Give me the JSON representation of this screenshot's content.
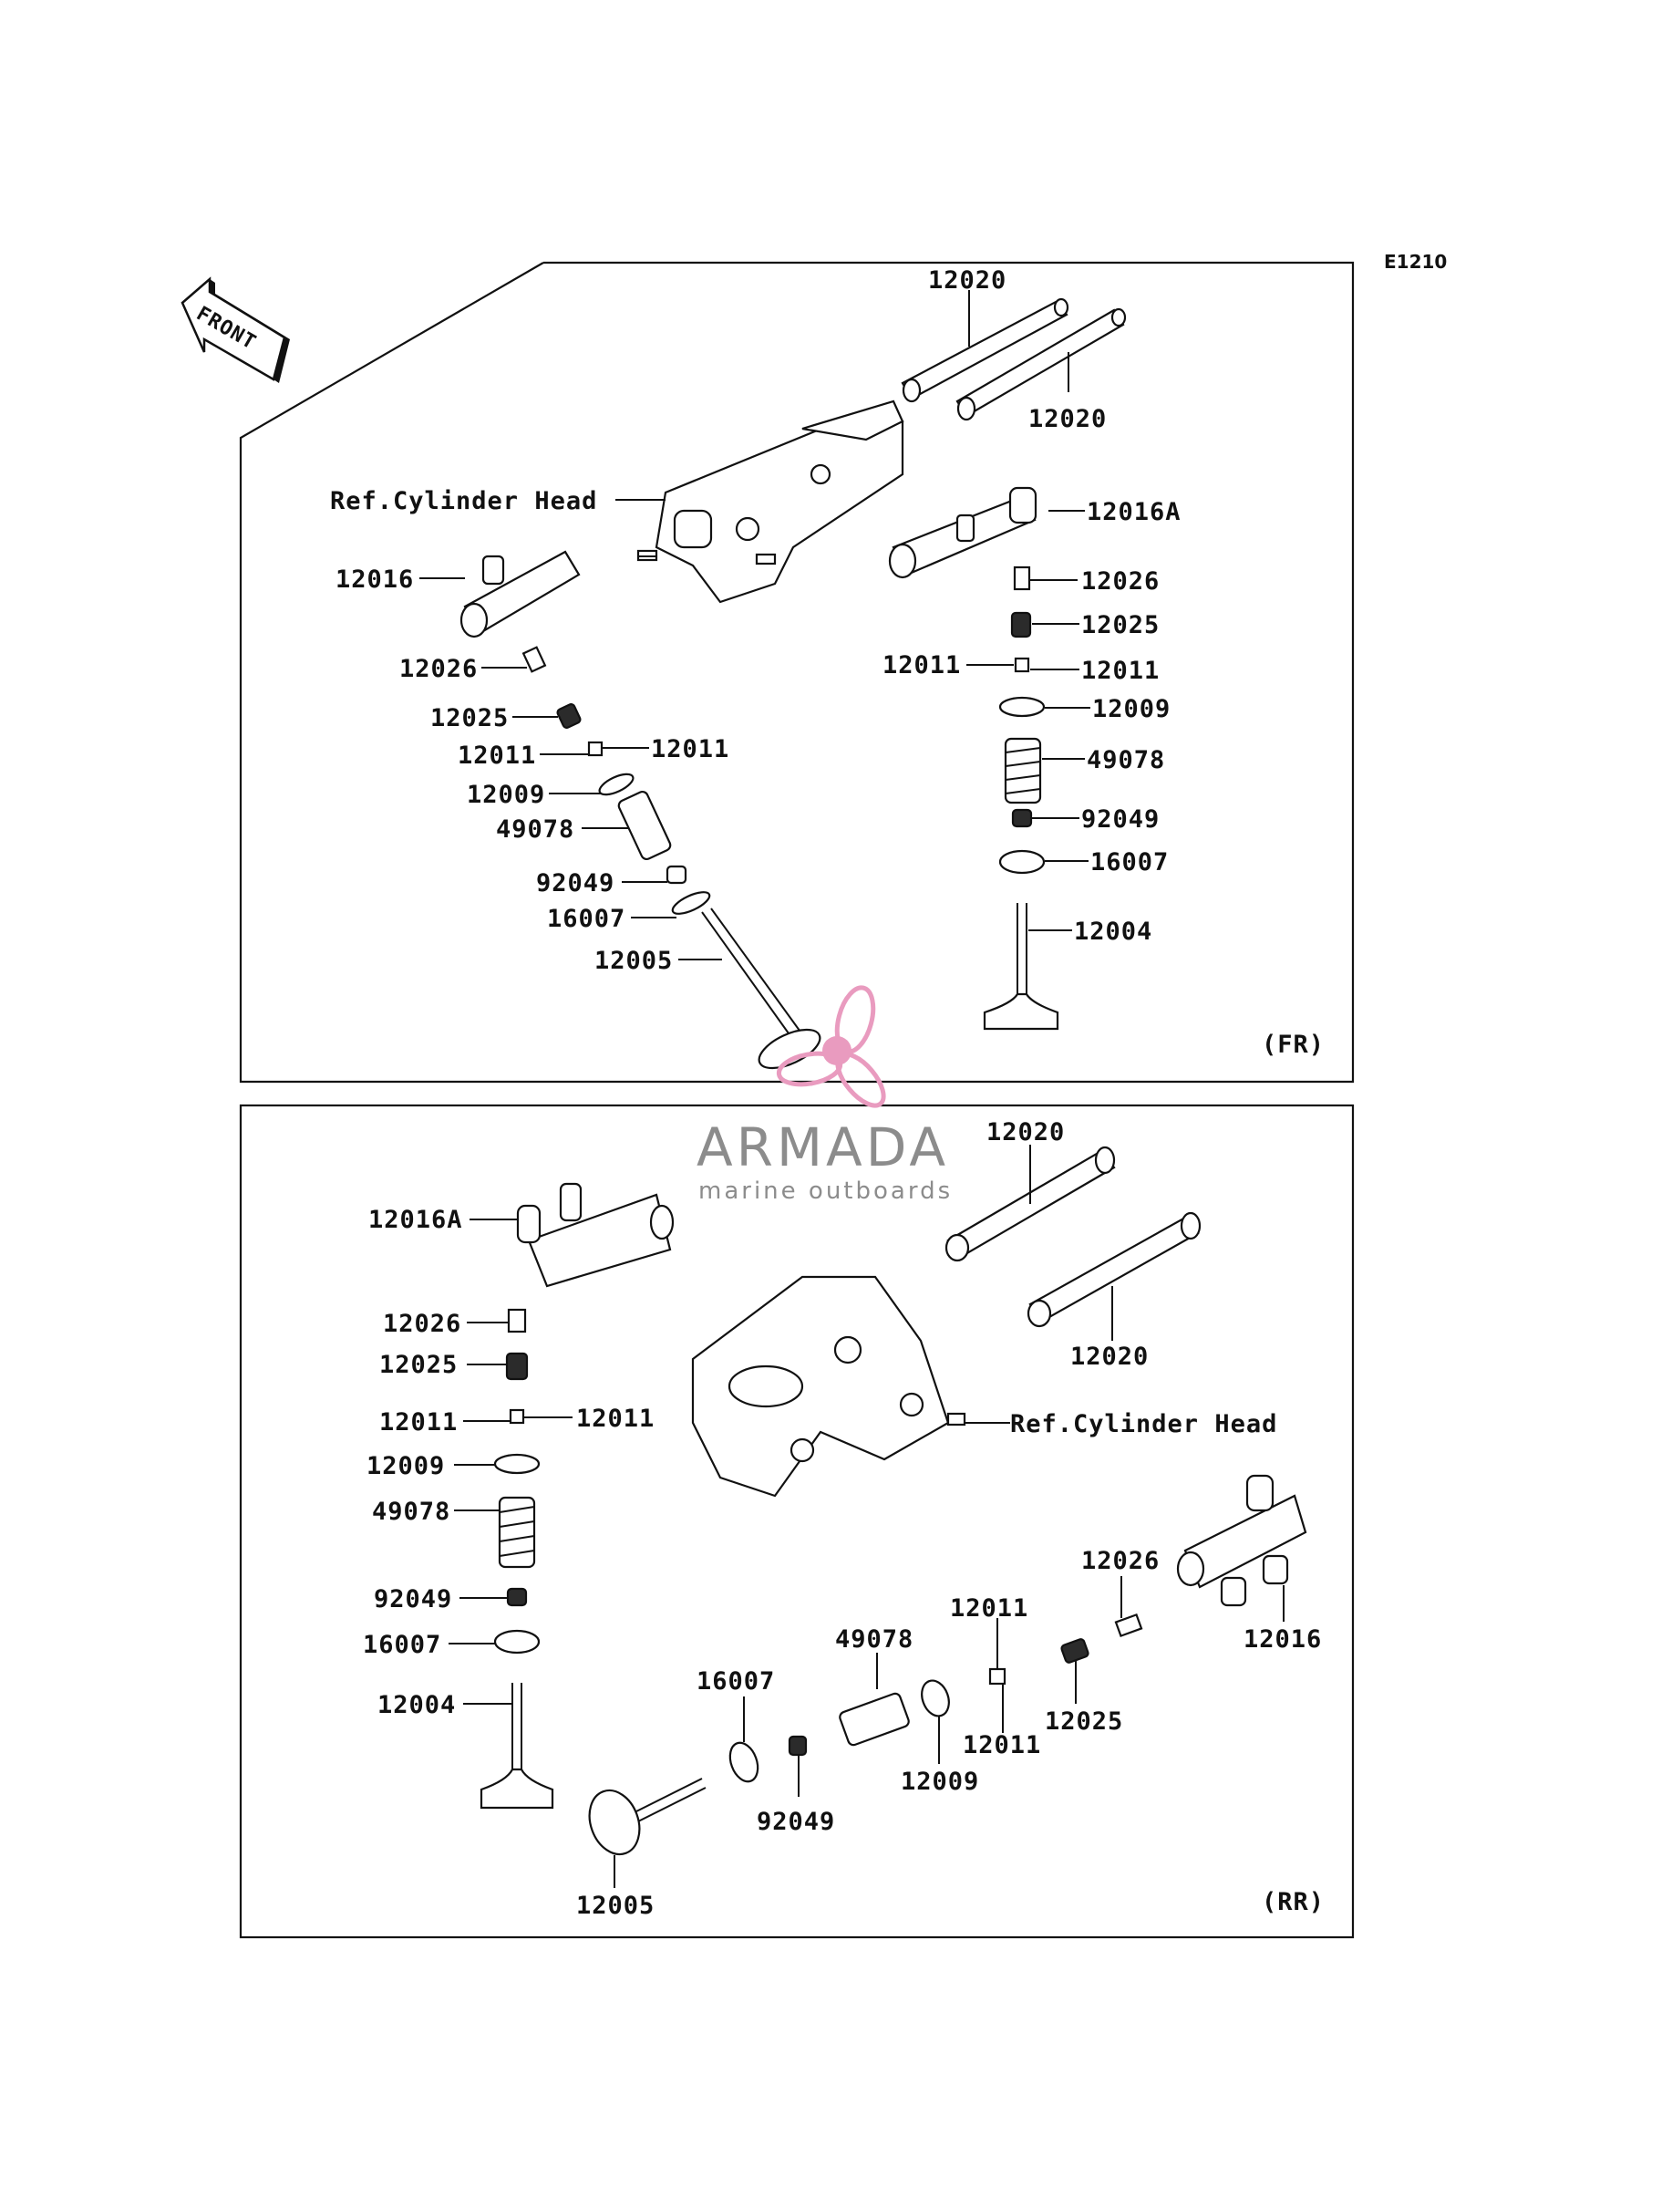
{
  "diagram_code": "E1210",
  "front_arrow_label": "FRONT",
  "watermark": {
    "brand": "ARMADA",
    "tagline": "marine outboards",
    "brand_color": "#8c8c8c",
    "logo_color": "#e99bbf"
  },
  "panel_front": {
    "tag": "(FR)",
    "labels": {
      "camshaft_a": "12020",
      "camshaft_b": "12020",
      "ref_head": "Ref.Cylinder Head",
      "rocker_right": "12016A",
      "rocker_left": "12016",
      "adjuster_r": "12026",
      "retainer_r": "12025",
      "cotter_r_left": "12011",
      "cotter_r_right": "12011",
      "seat_r": "12009",
      "spring_r": "49078",
      "seal_r": "92049",
      "washer_r": "16007",
      "valve_r": "12004",
      "adjuster_l": "12026",
      "retainer_l": "12025",
      "cotter_l_right": "12011",
      "cotter_l_left": "12011",
      "seat_l": "12009",
      "spring_l": "49078",
      "seal_l": "92049",
      "washer_l": "16007",
      "valve_l": "12005"
    }
  },
  "panel_rear": {
    "tag": "(RR)",
    "labels": {
      "camshaft_a": "12020",
      "camshaft_b": "12020",
      "ref_head": "Ref.Cylinder Head",
      "rocker_left": "12016A",
      "adjuster_l": "12026",
      "retainer_l": "12025",
      "cotter_l_left": "12011",
      "cotter_l_right": "12011",
      "seat_l": "12009",
      "spring_l": "49078",
      "seal_l": "92049",
      "washer_l": "16007",
      "valve_l": "12004",
      "adjuster_r": "12026",
      "rocker_right": "12016",
      "cotter_top": "12011",
      "spring_h": "49078",
      "washer_h": "16007",
      "retainer_h": "12025",
      "cotter_bottom": "12011",
      "seat_h": "12009",
      "seal_h": "92049",
      "valve_h": "12005"
    }
  }
}
